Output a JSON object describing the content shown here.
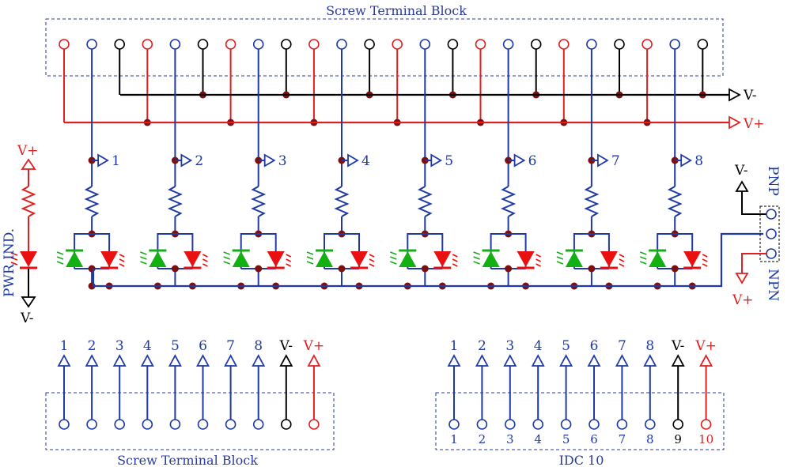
{
  "top_block": {
    "title": "Screw Terminal  Block"
  },
  "rails": {
    "vminus": "V-",
    "vplus": "V+"
  },
  "channels": [
    "1",
    "2",
    "3",
    "4",
    "5",
    "6",
    "7",
    "8"
  ],
  "power_indicator": {
    "label": "PWR IND.",
    "vplus": "V+",
    "vminus": "V-"
  },
  "mode_jumper": {
    "pnp": "PNP",
    "npn": "NPN",
    "vminus": "V-",
    "vplus": "V+"
  },
  "bottom_left_block": {
    "title": "Screw Terminal  Block",
    "labels": [
      "1",
      "2",
      "3",
      "4",
      "5",
      "6",
      "7",
      "8",
      "V-",
      "V+"
    ]
  },
  "bottom_right_block": {
    "title": "IDC 10",
    "labels": [
      "1",
      "2",
      "3",
      "4",
      "5",
      "6",
      "7",
      "8",
      "V-",
      "V+"
    ],
    "pin_numbers": [
      "1",
      "2",
      "3",
      "4",
      "5",
      "6",
      "7",
      "8",
      "9",
      "10"
    ]
  },
  "colors": {
    "signal": "#1f3aa6",
    "vplus": "#e02020",
    "vminus": "#000000",
    "node": "#7a1010",
    "led_green": "#12b012",
    "led_red": "#e81010",
    "box": "#2a3a9c"
  }
}
